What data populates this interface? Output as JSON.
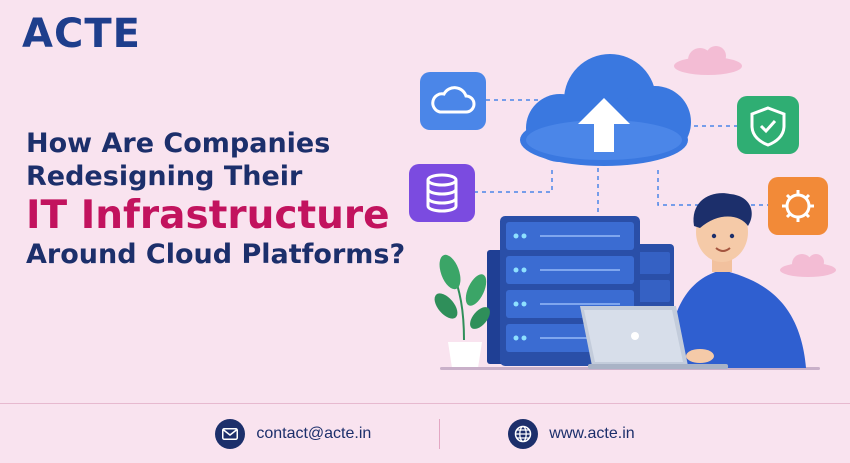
{
  "brand": {
    "logo_text": "ACTE"
  },
  "headline": {
    "line1": "How Are Companies",
    "line2": "Redesigning Their",
    "highlight": "IT Infrastructure",
    "line4": "Around Cloud Platforms?"
  },
  "footer": {
    "email": "contact@acte.in",
    "website": "www.acte.in"
  },
  "icons": {
    "cloud": "cloud-icon",
    "database": "database-icon",
    "shield": "shield-check-icon",
    "gear": "gear-icon",
    "upload": "upload-arrow-icon",
    "mail": "mail-icon",
    "globe": "globe-icon"
  },
  "colors": {
    "background": "#f9e3ef",
    "brand_navy": "#1c2f6b",
    "highlight": "#c2135e",
    "tile_blue": "#4b86e8",
    "tile_purple": "#7b4be0",
    "tile_green": "#2fae73",
    "tile_orange": "#f28a38"
  }
}
